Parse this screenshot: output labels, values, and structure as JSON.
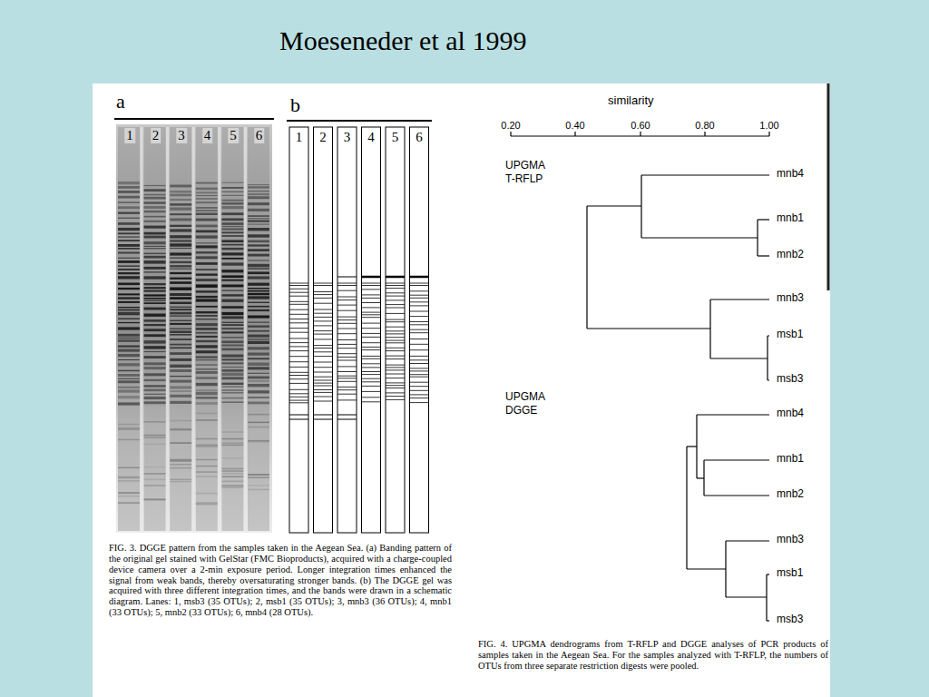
{
  "diagram": {
    "title": "Moeseneder et al 1999",
    "labels": [
      "a",
      "b",
      "1",
      "2",
      "3",
      "4",
      "5",
      "6",
      "1",
      "2",
      "3",
      "4",
      "5",
      "6",
      "similarity",
      "0.20",
      "0.40",
      "0.60",
      "0.80",
      "1.00",
      "UPGMA",
      "T-RFLP",
      "mnb4",
      "mnb1",
      "mnb2",
      "mnb3",
      "msb1",
      "msb3",
      "UPGMA",
      "DGGE",
      "mnb4",
      "mnb1",
      "mnb2",
      "mnb3",
      "msb1",
      "msb3",
      "FIG. 3. DGGE pattern from the samples taken in the Aegean Sea. (a) Banding pattern of the original gel stained with GelStar (FMC Bioproducts), acquired with a charge-coupled device camera over a 2-min exposure period. Longer integration times enhanced the signal from weak bands, thereby oversaturating stronger bands. (b) The DGGE gel was acquired with three different integration times, and the bands were drawn in a schematic diagram. Lanes: 1, msb3 (35 OTUs); 2, msb1 (35 OTUs); 3, mnb3 (36 OTUs); 4, mnb1 (33 OTUs); 5, mnb2 (33 OTUs); 6, mnb4 (28 OTUs).",
      "FIG. 4. UPGMA dendrograms from T-RFLP and DGGE analyses of PCR products of samples taken in the Aegean Sea. For the samples analyzed with T-RFLP, the numbers of OTUs from three separate restriction digests were pooled."
    ]
  }
}
